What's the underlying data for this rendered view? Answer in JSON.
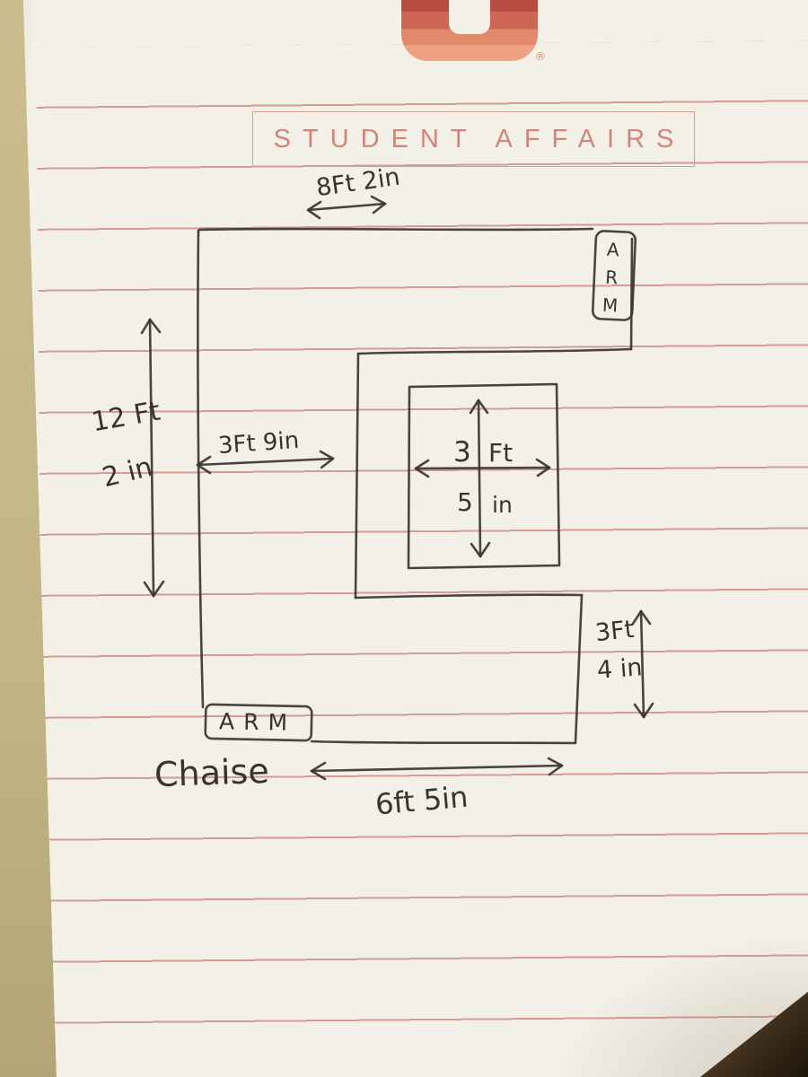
{
  "letterhead": {
    "brand": "STUDENT AFFAIRS",
    "registered_mark": "®"
  },
  "sketch": {
    "top_width": "8Ft 2in",
    "left_height_line1": "12 Ft",
    "left_height_line2": "2 in",
    "inner_width": "3Ft 9in",
    "table_width_num": "3",
    "table_width_unit": "Ft",
    "table_height_num": "5",
    "table_height_unit": "in",
    "right_height_line1": "3Ft",
    "right_height_line2": "4 in",
    "chaise_label": "Chaise",
    "bottom_width": "6ft 5in",
    "arm_top_label": "ARM",
    "arm_bottom_label": "ARM"
  },
  "colors": {
    "ink": "#3b352c",
    "ruled_line": "#ba5650",
    "coral_brand": "#d0857a",
    "paper": "#f2efe7"
  }
}
